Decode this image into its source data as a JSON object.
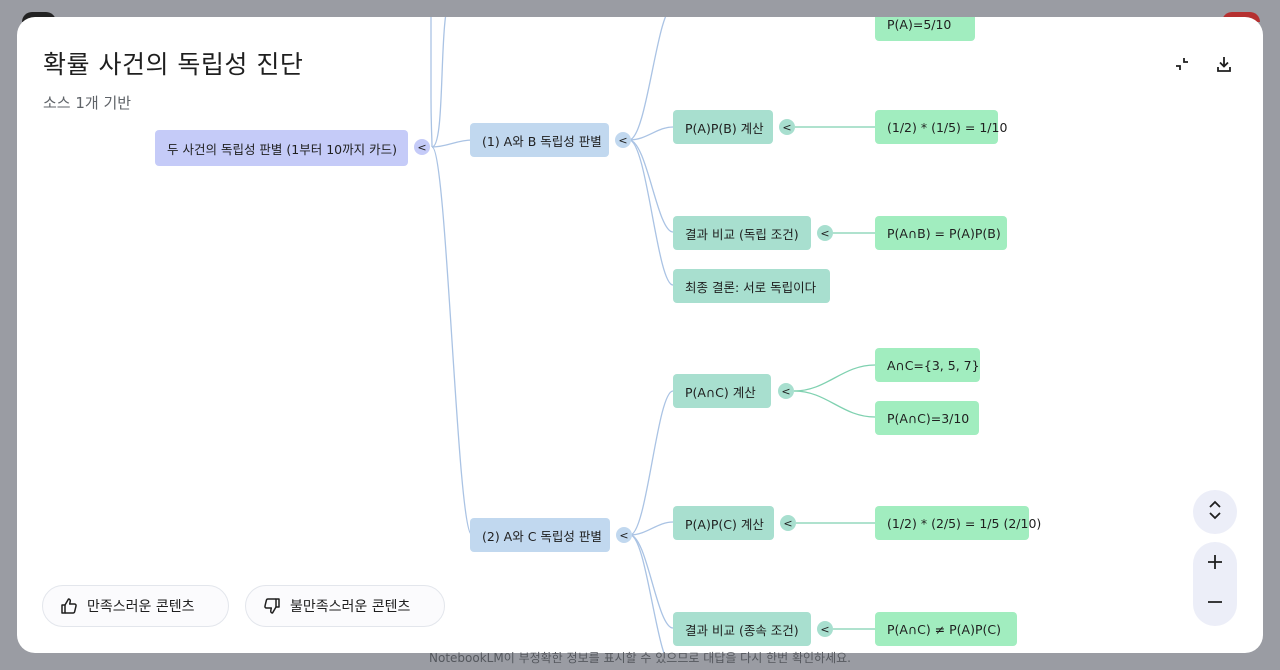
{
  "header": {
    "title": "확률 사건의 독립성 진단",
    "subtitle": "소스 1개 기반"
  },
  "toolbar": {
    "collapse_icon": "collapse-icon",
    "download_icon": "download-icon"
  },
  "mindmap": {
    "root": {
      "label": "두 사건의 독립성 판별 (1부터 10까지 카드)",
      "toggle": "<"
    },
    "branch_ab": {
      "label": "(1) A와 B 독립성 판별",
      "toggle": "<"
    },
    "branch_ac": {
      "label": "(2) A와 C 독립성 판별",
      "toggle": "<"
    },
    "ab_top_clipped": {
      "label": "P(A)=5/10"
    },
    "ab_pab_calc": {
      "label": "P(A)P(B) 계산",
      "toggle": "<"
    },
    "ab_pab_value": {
      "label": "(1/2) * (1/5) = 1/10"
    },
    "ab_compare": {
      "label": "결과 비교 (독립 조건)",
      "toggle": "<"
    },
    "ab_compare_value": {
      "label": "P(A∩B) = P(A)P(B)"
    },
    "ab_conclusion": {
      "label": "최종 결론: 서로 독립이다"
    },
    "ac_pac_calc": {
      "label": "P(A∩C) 계산",
      "toggle": "<"
    },
    "ac_set": {
      "label": "A∩C={3, 5, 7}"
    },
    "ac_prob": {
      "label": "P(A∩C)=3/10"
    },
    "ac_papc_calc": {
      "label": "P(A)P(C) 계산",
      "toggle": "<"
    },
    "ac_papc_value": {
      "label": "(1/2) * (2/5) = 1/5 (2/10)"
    },
    "ac_compare": {
      "label": "결과 비교 (종속 조건)",
      "toggle": "<"
    },
    "ac_compare_value": {
      "label": "P(A∩C) ≠ P(A)P(C)"
    }
  },
  "feedback": {
    "like_label": "만족스러운 콘텐츠",
    "dislike_label": "불만족스러운 콘텐츠"
  },
  "zoom": {
    "expand_icon": "expand-collapse-icon",
    "zoom_in_icon": "plus-icon",
    "zoom_out_icon": "minus-icon"
  },
  "footer": {
    "disclaimer": "NotebookLM이 부정확한 정보를 표시할 수 있으므로 대답을 다시 한번 확인하세요."
  },
  "colors": {
    "root": "#c5cbf8",
    "level1": "#c1d8ef",
    "level2": "#a8dfcf",
    "level3": "#a1edbf",
    "connector_blue": "#aac3e4",
    "connector_green": "#7fd1b0"
  }
}
